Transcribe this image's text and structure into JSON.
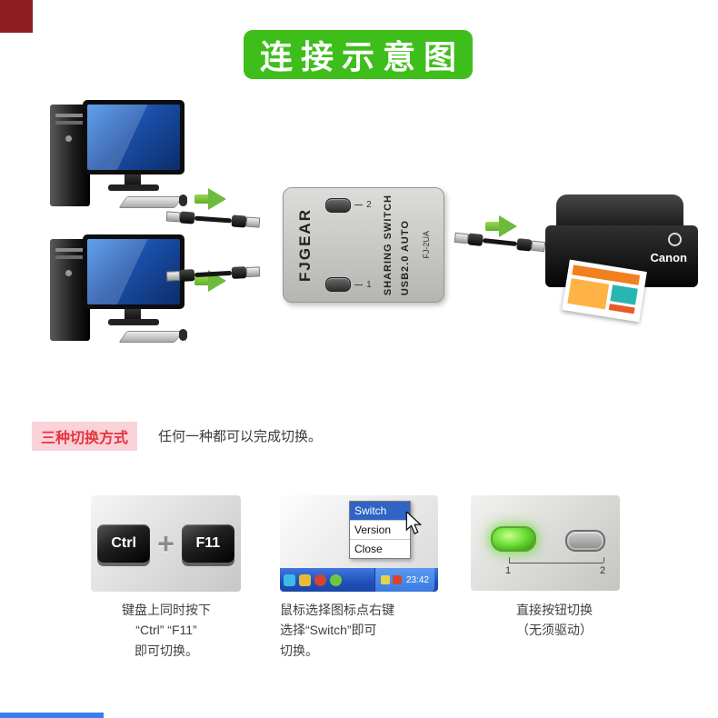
{
  "banner": {
    "title": "连接示意图"
  },
  "colors": {
    "banner_green": "#3ebe1b",
    "arrow_green": "#6dbb3c",
    "label_pink_bg": "#f9d3d8",
    "label_red_text": "#e8323f",
    "menu_selection_blue": "#2f63c4",
    "taskbar_blue": "#2050b8",
    "led_green": "#6fe03a",
    "bottom_strip_blue": "#3a7df0",
    "corner_red": "#8e1d22"
  },
  "device": {
    "brand": "FJGEAR",
    "spec_line1": "USB2.0 AUTO",
    "spec_line2": "SHARING SWITCH",
    "model": "FJ-2UA",
    "port1_label": "1",
    "port2_label": "2"
  },
  "printer": {
    "brand": "Canon"
  },
  "methods": {
    "label": "三种切换方式",
    "desc": "任何一种都可以完成切换。"
  },
  "keyboard_method": {
    "key1": "Ctrl",
    "plus": "+",
    "key2": "F11",
    "caption": [
      "键盘上同时按下",
      "“Ctrl” “F11”",
      "即可切换。"
    ]
  },
  "menu_method": {
    "items": [
      "Switch",
      "Version",
      "Close"
    ],
    "time": "23:42",
    "caption": [
      "鼠标选择图标点右键",
      "选择“Switch”即可",
      "切换。"
    ]
  },
  "button_method": {
    "label1": "1",
    "label2": "2",
    "caption": [
      "直接按钮切换",
      "（无须驱动）"
    ]
  }
}
